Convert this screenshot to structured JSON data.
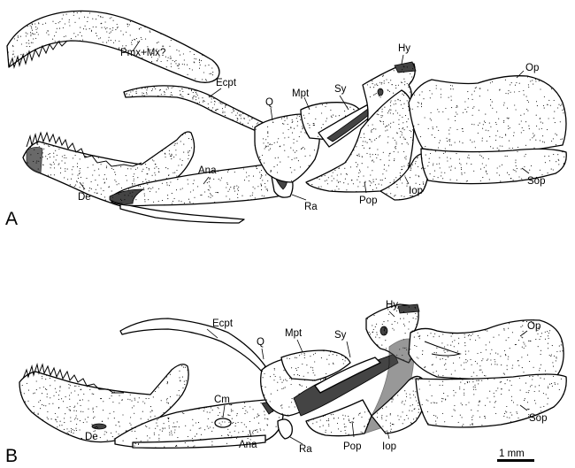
{
  "panels": {
    "a": {
      "letter": "A",
      "labels": {
        "pmx_mx": "Pmx+Mx?",
        "ecpt": "Ecpt",
        "hy": "Hy",
        "op": "Op",
        "mpt": "Mpt",
        "q": "Q",
        "sy": "Sy",
        "ana": "Ana",
        "de": "De",
        "ra": "Ra",
        "pop": "Pop",
        "iop": "Iop",
        "sop": "Sop"
      }
    },
    "b": {
      "letter": "B",
      "labels": {
        "ecpt": "Ecpt",
        "hy": "Hy",
        "op": "Op",
        "q": "Q",
        "mpt": "Mpt",
        "sy": "Sy",
        "cm": "Cm",
        "de": "De",
        "ana": "Ana",
        "ra": "Ra",
        "pop": "Pop",
        "iop": "Iop",
        "sop": "Sop"
      }
    }
  },
  "scale_bar": {
    "label": "1 mm"
  }
}
